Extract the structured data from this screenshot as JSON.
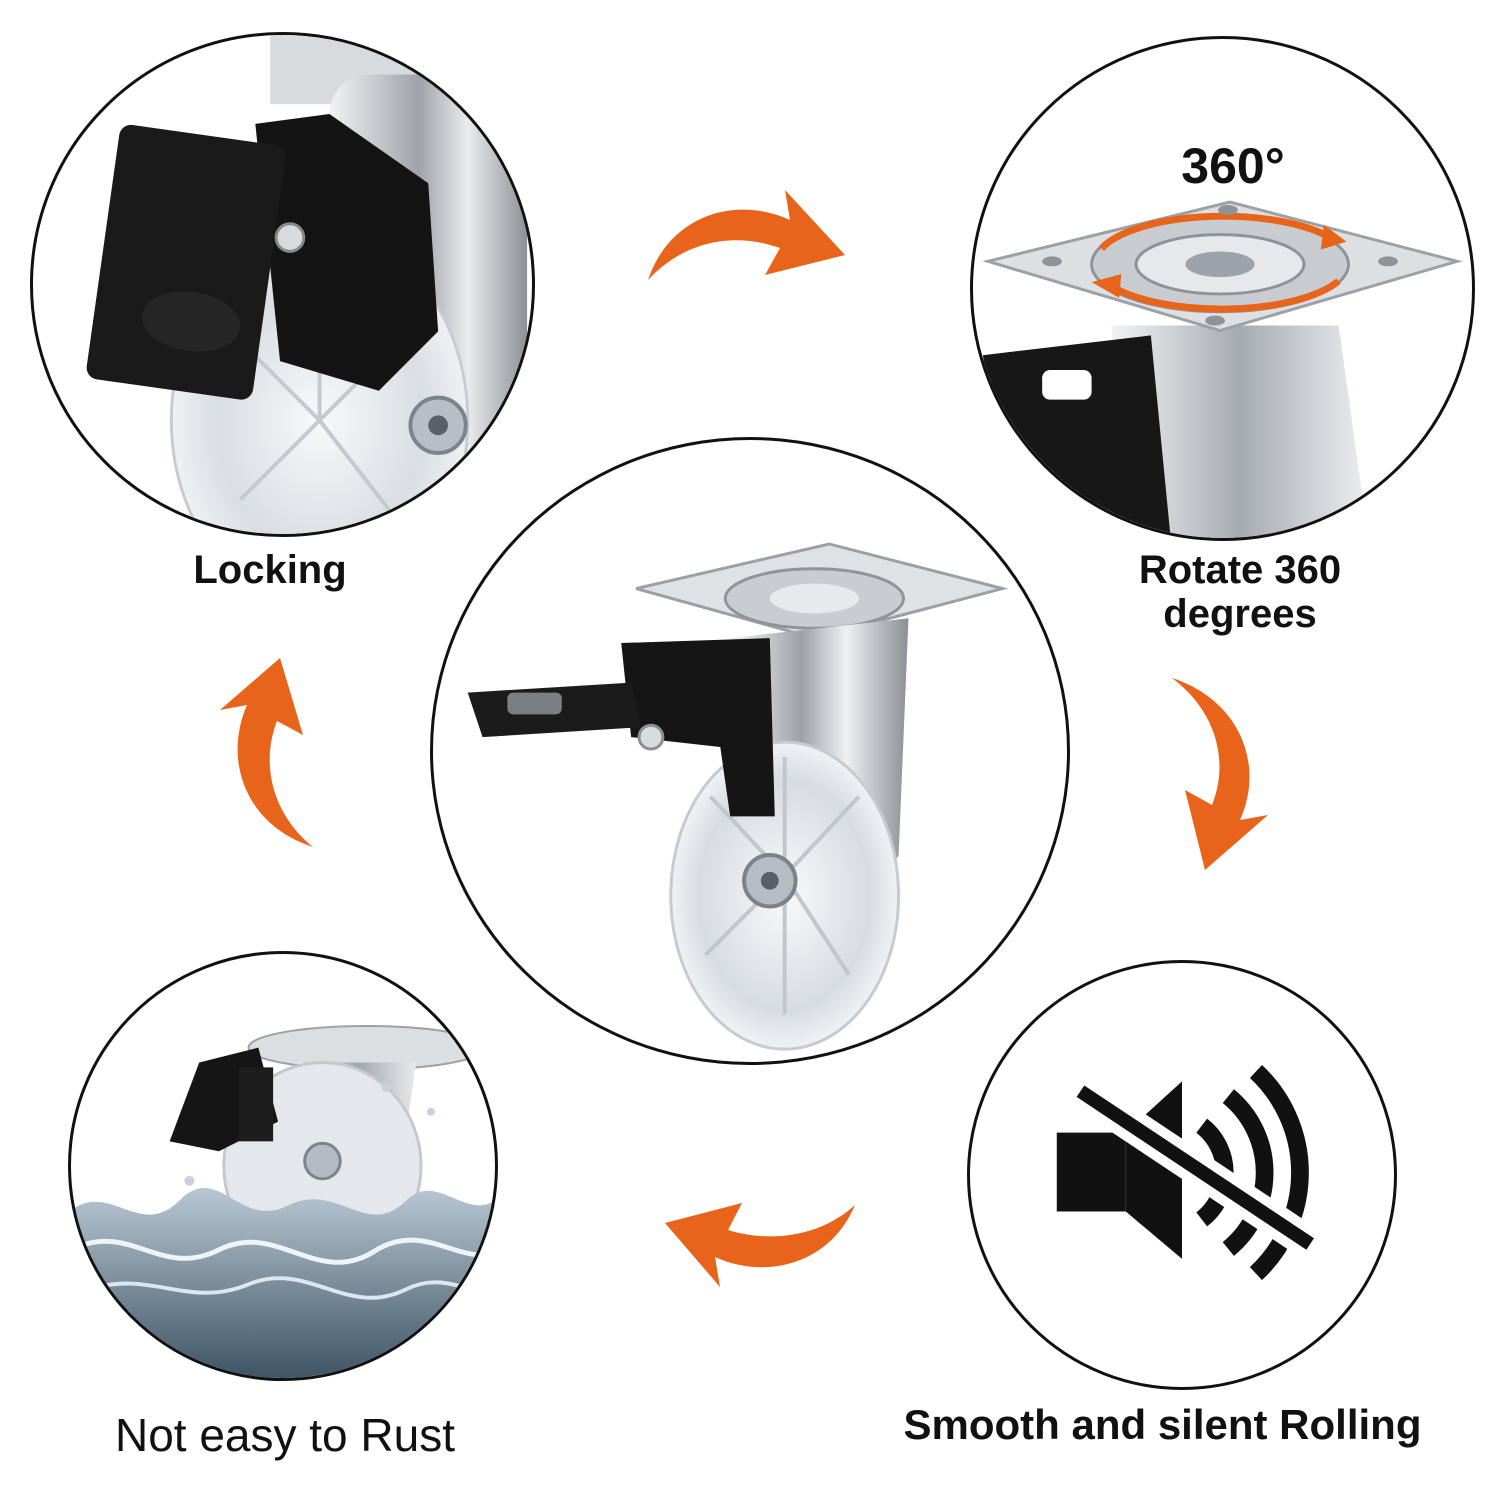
{
  "labels": {
    "locking": "Locking",
    "rotate_line1": "Rotate 360",
    "rotate_line2": "degrees",
    "rotation_badge": "360°",
    "rust": "Not easy to Rust",
    "silent": "Smooth and silent Rolling"
  },
  "colors": {
    "accent": "#e8641a",
    "outline": "#111111",
    "metal": "#c9ccd0",
    "brake": "#1a1a1a"
  },
  "icons": {
    "mute": "speaker-muted-icon",
    "arrows": "curved-arrow-icon"
  }
}
